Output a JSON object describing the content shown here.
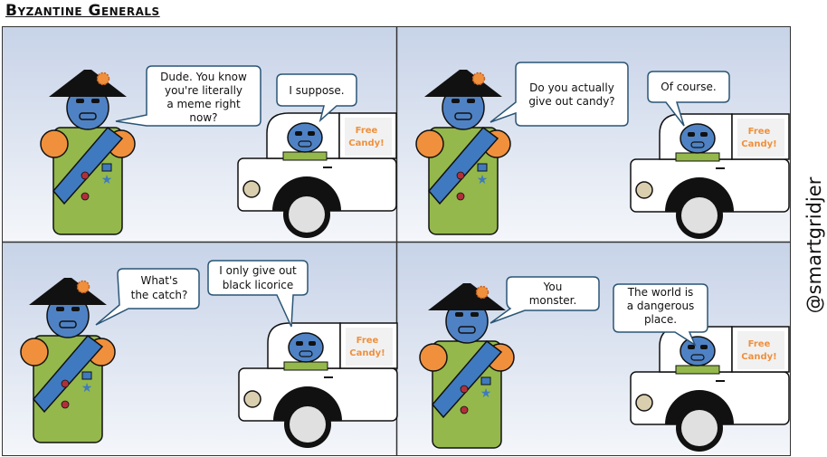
{
  "comic": {
    "title": "Byzantine Generals",
    "handle": "@smartgridjer",
    "sign_line1": "Free",
    "sign_line2": "Candy!",
    "panels": [
      {
        "general_lines": [
          "Dude. You know",
          "you're literally",
          "a meme right",
          "now?"
        ],
        "truck_lines": [
          "I suppose."
        ]
      },
      {
        "general_lines": [
          "Do you actually",
          "give out candy?"
        ],
        "truck_lines": [
          "Of course."
        ]
      },
      {
        "general_lines": [
          "What's",
          "the catch?"
        ],
        "truck_lines": [
          "I only give out",
          "black licorice"
        ]
      },
      {
        "general_lines": [
          "You",
          "monster."
        ],
        "truck_lines": [
          "The world is",
          "a dangerous",
          "place."
        ]
      }
    ]
  },
  "colors": {
    "sky_top": "#c7d3e8",
    "sky_bottom": "#f4f6fa",
    "face": "#4f82c4",
    "body": "#94b84c",
    "sash": "#3f7ac0",
    "shoulder": "#f0903c",
    "hat": "#111111",
    "badge": "#f0903c",
    "sign_text": "#f0903c"
  }
}
